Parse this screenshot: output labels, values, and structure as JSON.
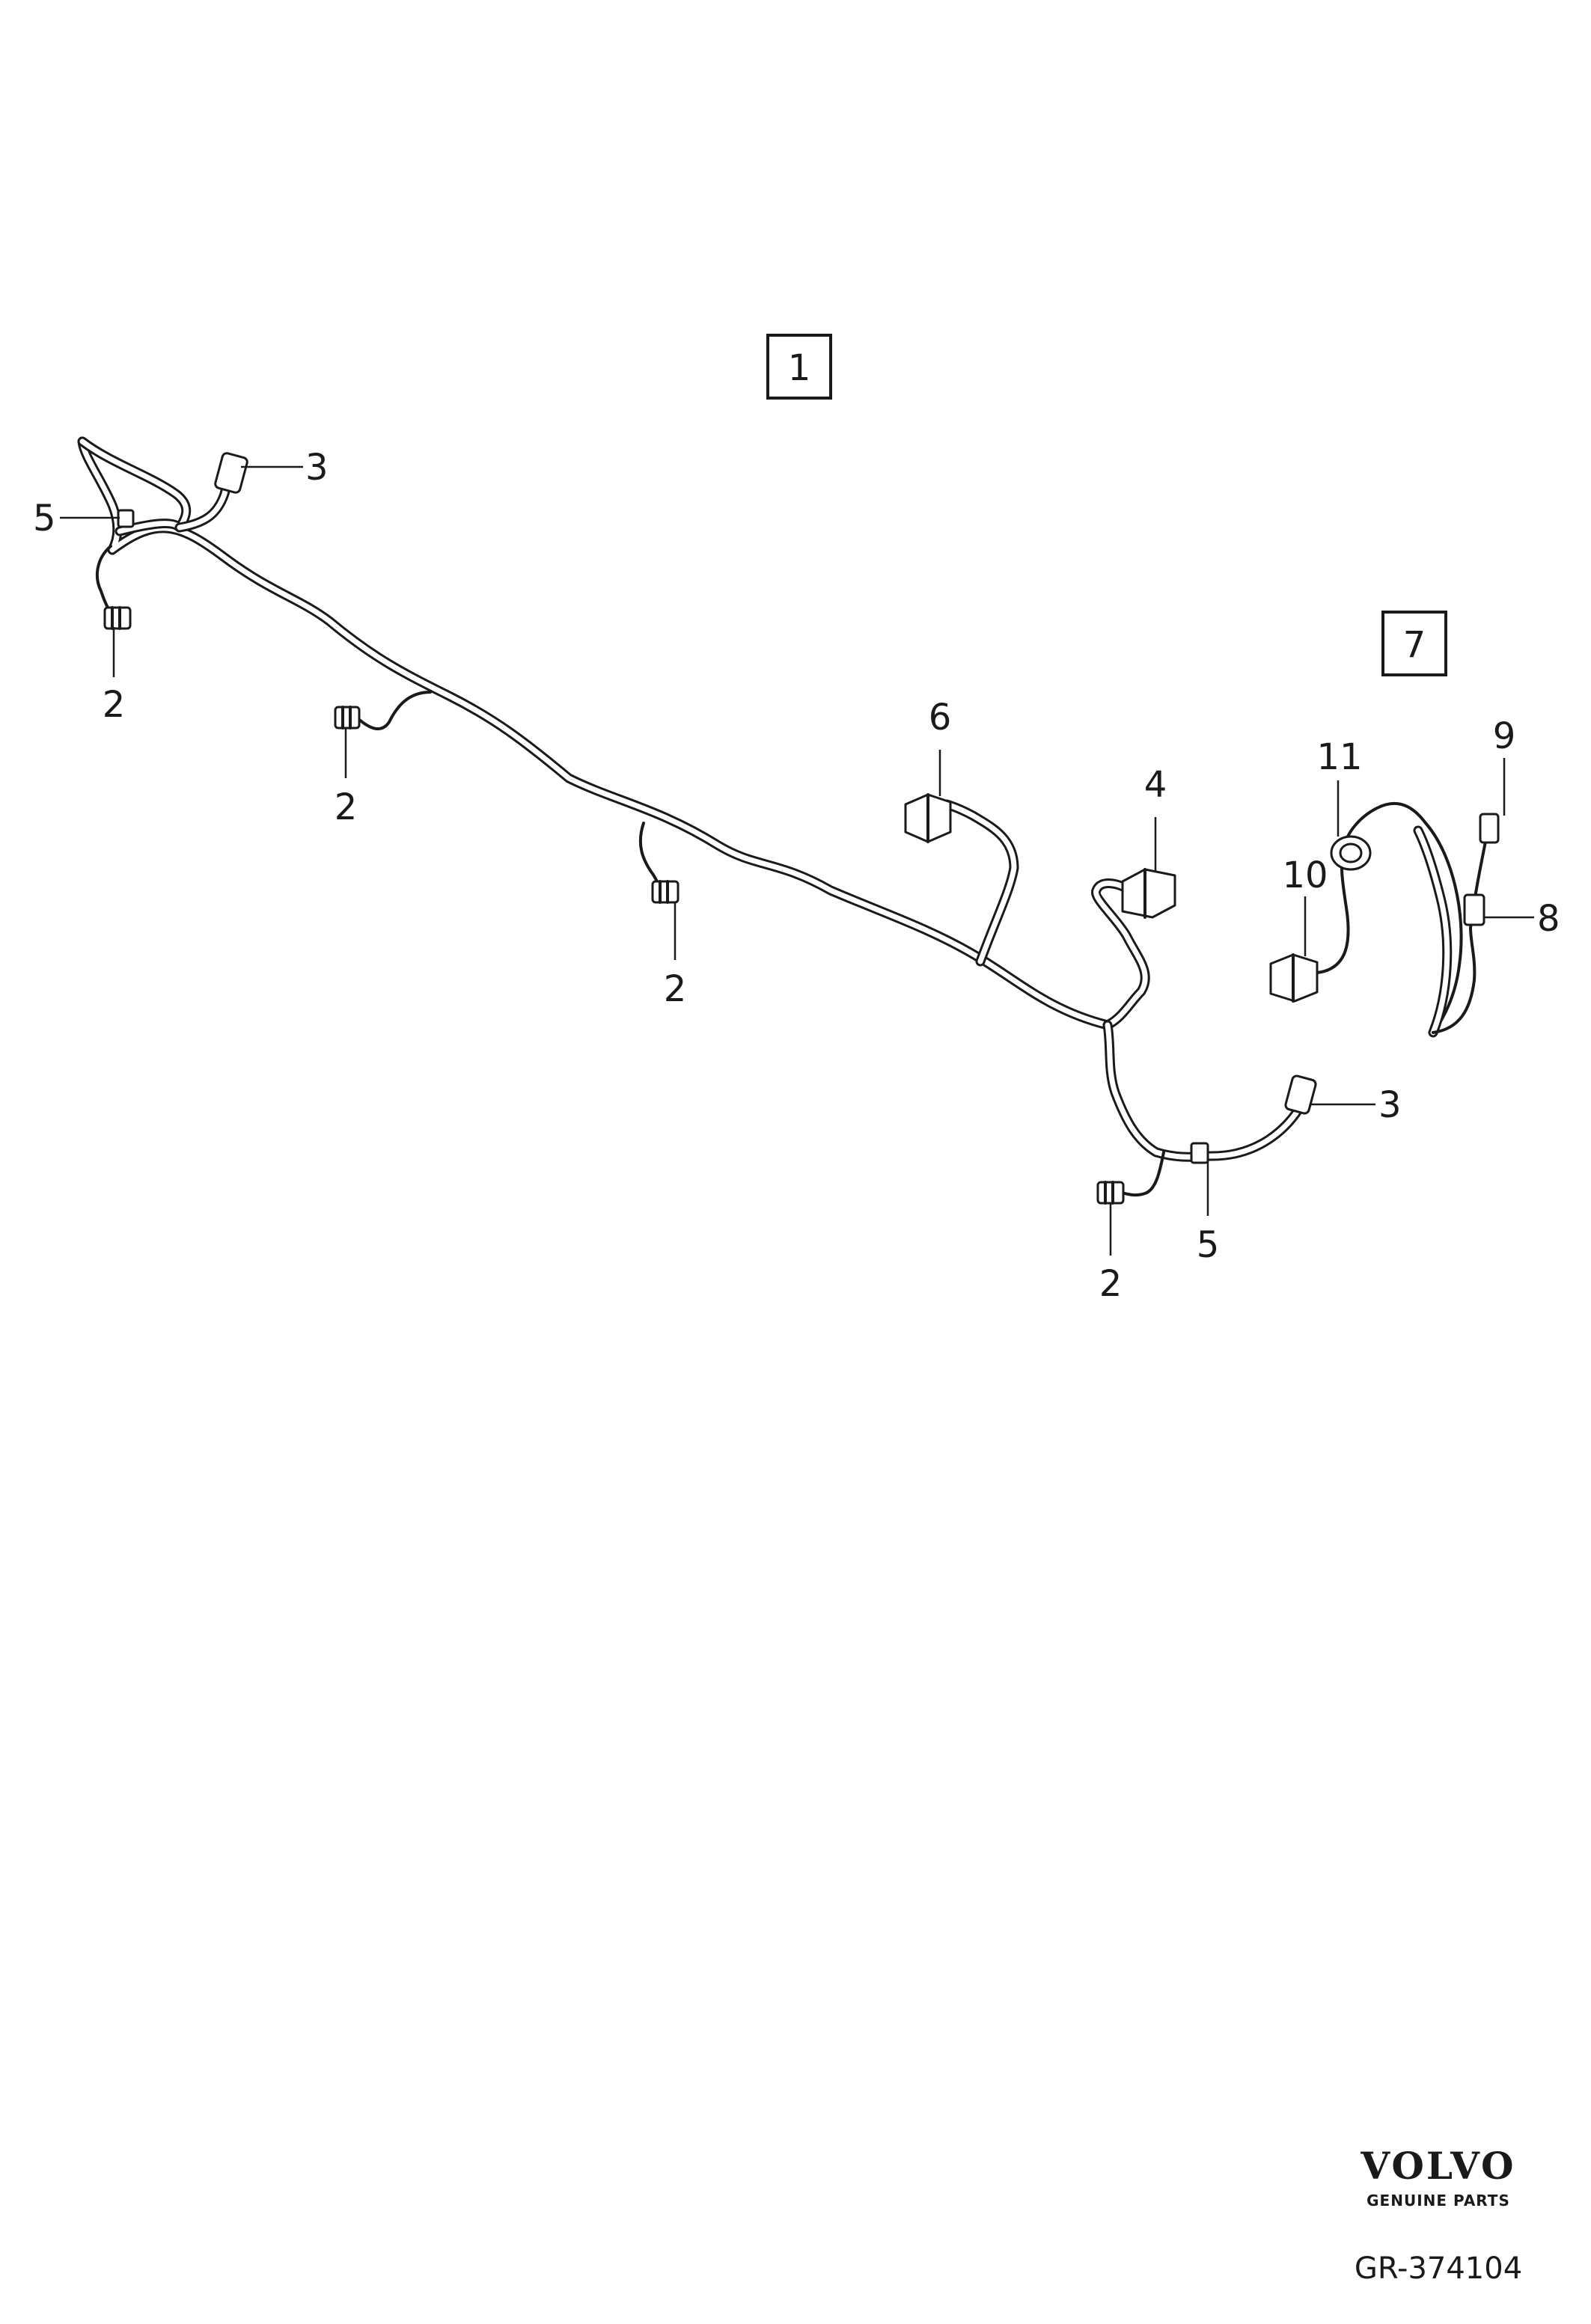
{
  "assemblies": [
    {
      "number": "1"
    },
    {
      "number": "7"
    }
  ],
  "callouts": {
    "c3_left": "3",
    "c5_left": "5",
    "c2_a": "2",
    "c2_b": "2",
    "c2_c": "2",
    "c6": "6",
    "c4": "4",
    "c3_right": "3",
    "c5_right": "5",
    "c2_d": "2",
    "c11": "11",
    "c9": "9",
    "c10": "10",
    "c8": "8"
  },
  "brand": {
    "logo_text": "VOLVO",
    "tagline": "GENUINE PARTS",
    "drawing_code": "GR-374104"
  }
}
